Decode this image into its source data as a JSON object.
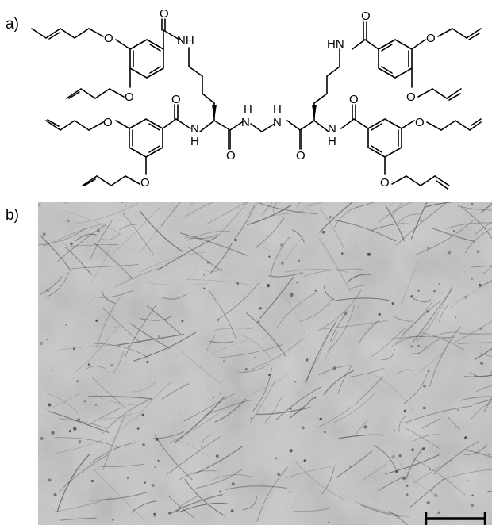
{
  "figure": {
    "panel_a_label": "a)",
    "panel_b_label": "b)"
  },
  "molecule": {
    "atom_labels": {
      "O": "O",
      "NH": "NH",
      "HN": "HN",
      "N": "N",
      "H": "H"
    }
  },
  "micrograph": {
    "background_color": "#c8c8c8",
    "fiber_color": "#333333",
    "scale_bar_color": "#000000"
  }
}
